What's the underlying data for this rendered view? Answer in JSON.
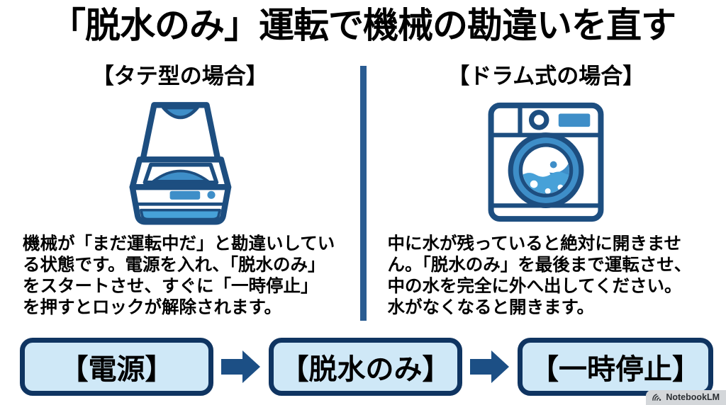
{
  "title": "「脱水のみ」運転で機械の勘違いを直す",
  "panels": {
    "left": {
      "header": "【タテ型の場合】",
      "icon": "top-load-washer-icon",
      "lines": [
        "機械が「まだ運転中だ」と勘違いしてい",
        "る状態です。電源を入れ、「脱水のみ」",
        "をスタートさせ、すぐに「一時停止」",
        "を押すとロックが解除されます。"
      ]
    },
    "right": {
      "header": "【ドラム式の場合】",
      "icon": "drum-washer-icon",
      "lines": [
        "中に水が残っていると絶対に開きませ",
        "ん。「脱水のみ」を最後まで運転させ、",
        "中の水を完全に外へ出してください。",
        "水がなくなると開きます。"
      ]
    }
  },
  "steps": [
    "【電源】",
    "【脱水のみ】",
    "【一時停止】"
  ],
  "watermark": "NotebookLM",
  "colors": {
    "navy-border": "#0f3461",
    "arrow-blue": "#1c4f85",
    "divider-blue": "#2a5c92",
    "button-fill": "#cfe8f7",
    "icon-navy": "#1d4e80",
    "icon-blue": "#3e8ec8",
    "water-blue": "#47a1d8",
    "watermark-bg": "#d4d7da",
    "watermark-text": "#2b2f33"
  }
}
